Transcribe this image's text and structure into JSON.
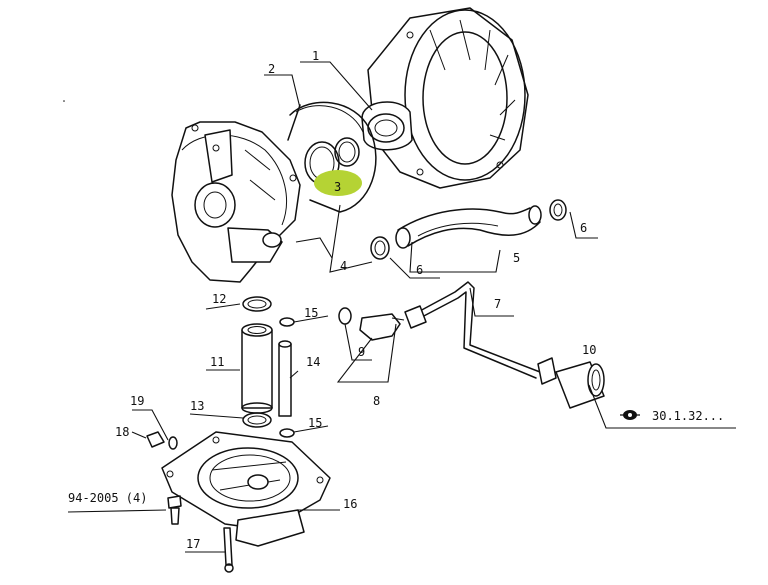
{
  "highlight_color": "#b5d334",
  "callouts": {
    "c1": "1",
    "c2": "2",
    "c3": "3",
    "c4": "4",
    "c5": "5",
    "c6a": "6",
    "c6b": "6",
    "c7": "7",
    "c8": "8",
    "c9": "9",
    "c10": "10",
    "c11": "11",
    "c12": "12",
    "c13": "13",
    "c14": "14",
    "c15a": "15",
    "c15b": "15",
    "c16": "16",
    "c17": "17",
    "c18": "18",
    "c19": "19"
  },
  "references": {
    "bolt_ref": "94-2005 (4)",
    "page_ref": "30.1.32..."
  },
  "icons": {
    "page_ref_icon": "cross-reference-icon"
  }
}
